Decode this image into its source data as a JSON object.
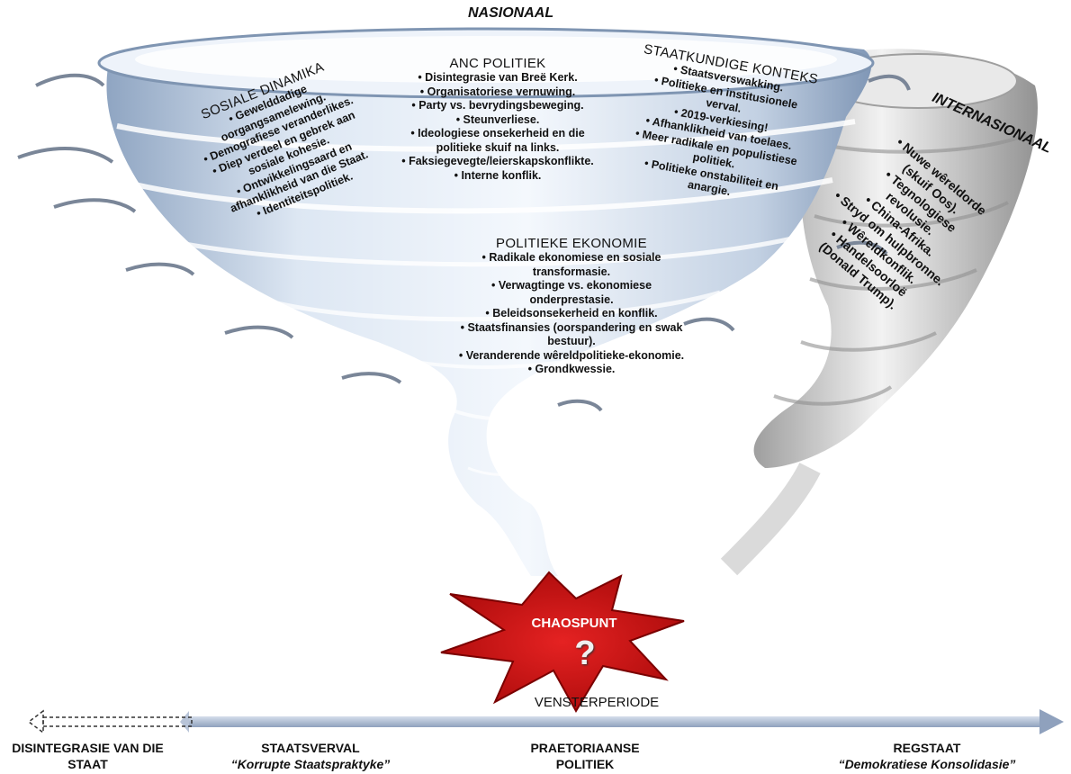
{
  "nasionaal": "NASIONAAL",
  "internasionaal": "INTERNASIONAAL",
  "sosiale": {
    "title": "SOSIALE DINAMIKA",
    "items": [
      "• Gewelddadige",
      "oorgangsamelewing.",
      "• Demografiese veranderlikes.",
      "• Diep verdeel en gebrek aan",
      "sosiale kohesie.",
      "• Ontwikkelingsaard en",
      "afhanklikheid van die Staat.",
      "• Identiteitspolitiek."
    ]
  },
  "anc": {
    "title": "ANC POLITIEK",
    "items": [
      "• Disintegrasie van Breë Kerk.",
      "• Organisatoriese vernuwing.",
      "• Party vs. bevrydingsbeweging.",
      "• Steunverliese.",
      "• Ideologiese onsekerheid en die",
      "politieke skuif na links.",
      "• Faksiegevegte/leierskapskonflikte.",
      "• Interne konflik."
    ]
  },
  "staat": {
    "title": "STAATKUNDIGE KONTEKS",
    "items": [
      "• Staatsverswakking.",
      "• Politieke en institusionele",
      "verval.",
      "• 2019-verkiesing!",
      "• Afhanklikheid van toelaes.",
      "• Meer radikale en populistiese",
      "politiek.",
      "• Politieke onstabiliteit en",
      "anargie."
    ]
  },
  "ekonomie": {
    "title": "POLITIEKE EKONOMIE",
    "items": [
      "• Radikale ekonomiese en sosiale",
      "transformasie.",
      "• Verwagtinge vs. ekonomiese",
      "onderprestasie.",
      "• Beleidsonsekerheid en konflik.",
      "• Staatsfinansies (oorspandering en swak",
      "bestuur).",
      "• Veranderende wêreldpolitieke-ekonomie.",
      "• Grondkwessie."
    ]
  },
  "internasionaal_items": [
    "• Nuwe wêreldorde",
    "(skuif Oos).",
    "• Tegnologiese",
    "revolusie.",
    "• China-Afrika.",
    "• Stryd om hulpbronne.",
    "• Wêreldkonflik.",
    "• Handelsoorloë",
    "(Donald Trump)."
  ],
  "chaos": {
    "label": "CHAOSPUNT",
    "mark": "?"
  },
  "venster": "VENSTERPERIODE",
  "axis": [
    {
      "line1": "DISINTEGRASIE VAN DIE",
      "line2": "STAAT",
      "italic": false
    },
    {
      "line1": "STAATSVERVAL",
      "line2": "“Korrupte Staatspraktyke”",
      "italic": true
    },
    {
      "line1": "PRAETORIAANSE",
      "line2": "POLITIEK",
      "italic": false
    },
    {
      "line1": "REGSTAAT",
      "line2": "“Demokratiese Konsolidasie”",
      "italic": true
    }
  ],
  "colors": {
    "tornado_light": "#e6eef8",
    "tornado_mid": "#b9c9dd",
    "tornado_dark": "#7f95b2",
    "grey_tornado": "#b8b8b8",
    "burst_red": "#cc1414",
    "burst_dark": "#8a0000",
    "arrow": "#aebbd2"
  }
}
